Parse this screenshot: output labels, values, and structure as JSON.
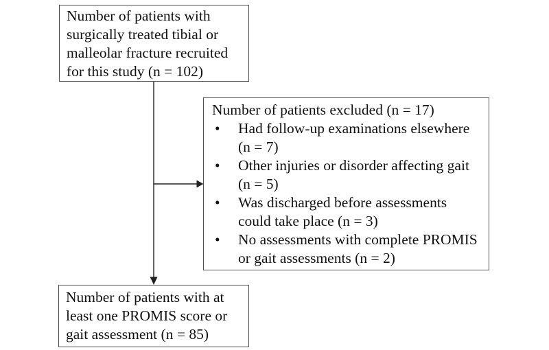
{
  "figure": {
    "type": "patient-flow-diagram",
    "boxes": {
      "recruited": {
        "text": "Number of patients with surgically treated tibial or malleolar fracture recruited for this study (n = 102)"
      },
      "excluded": {
        "title": "Number of patients excluded (n = 17)",
        "bullet_char": "•",
        "items": [
          "Had follow-up examinations elsewhere (n = 7)",
          "Other injuries or disorder affecting gait (n = 5)",
          "Was discharged before assessments could take place (n = 3)",
          "No assessments with complete PROMIS or gait assessments (n = 2)"
        ]
      },
      "included": {
        "text": "Number of patients with at least one PROMIS score or gait assessment (n = 85)"
      }
    },
    "colors": {
      "background": "#ffffff",
      "box_border": "#4d4d4d",
      "text": "#111111",
      "connector": "#222222"
    }
  }
}
